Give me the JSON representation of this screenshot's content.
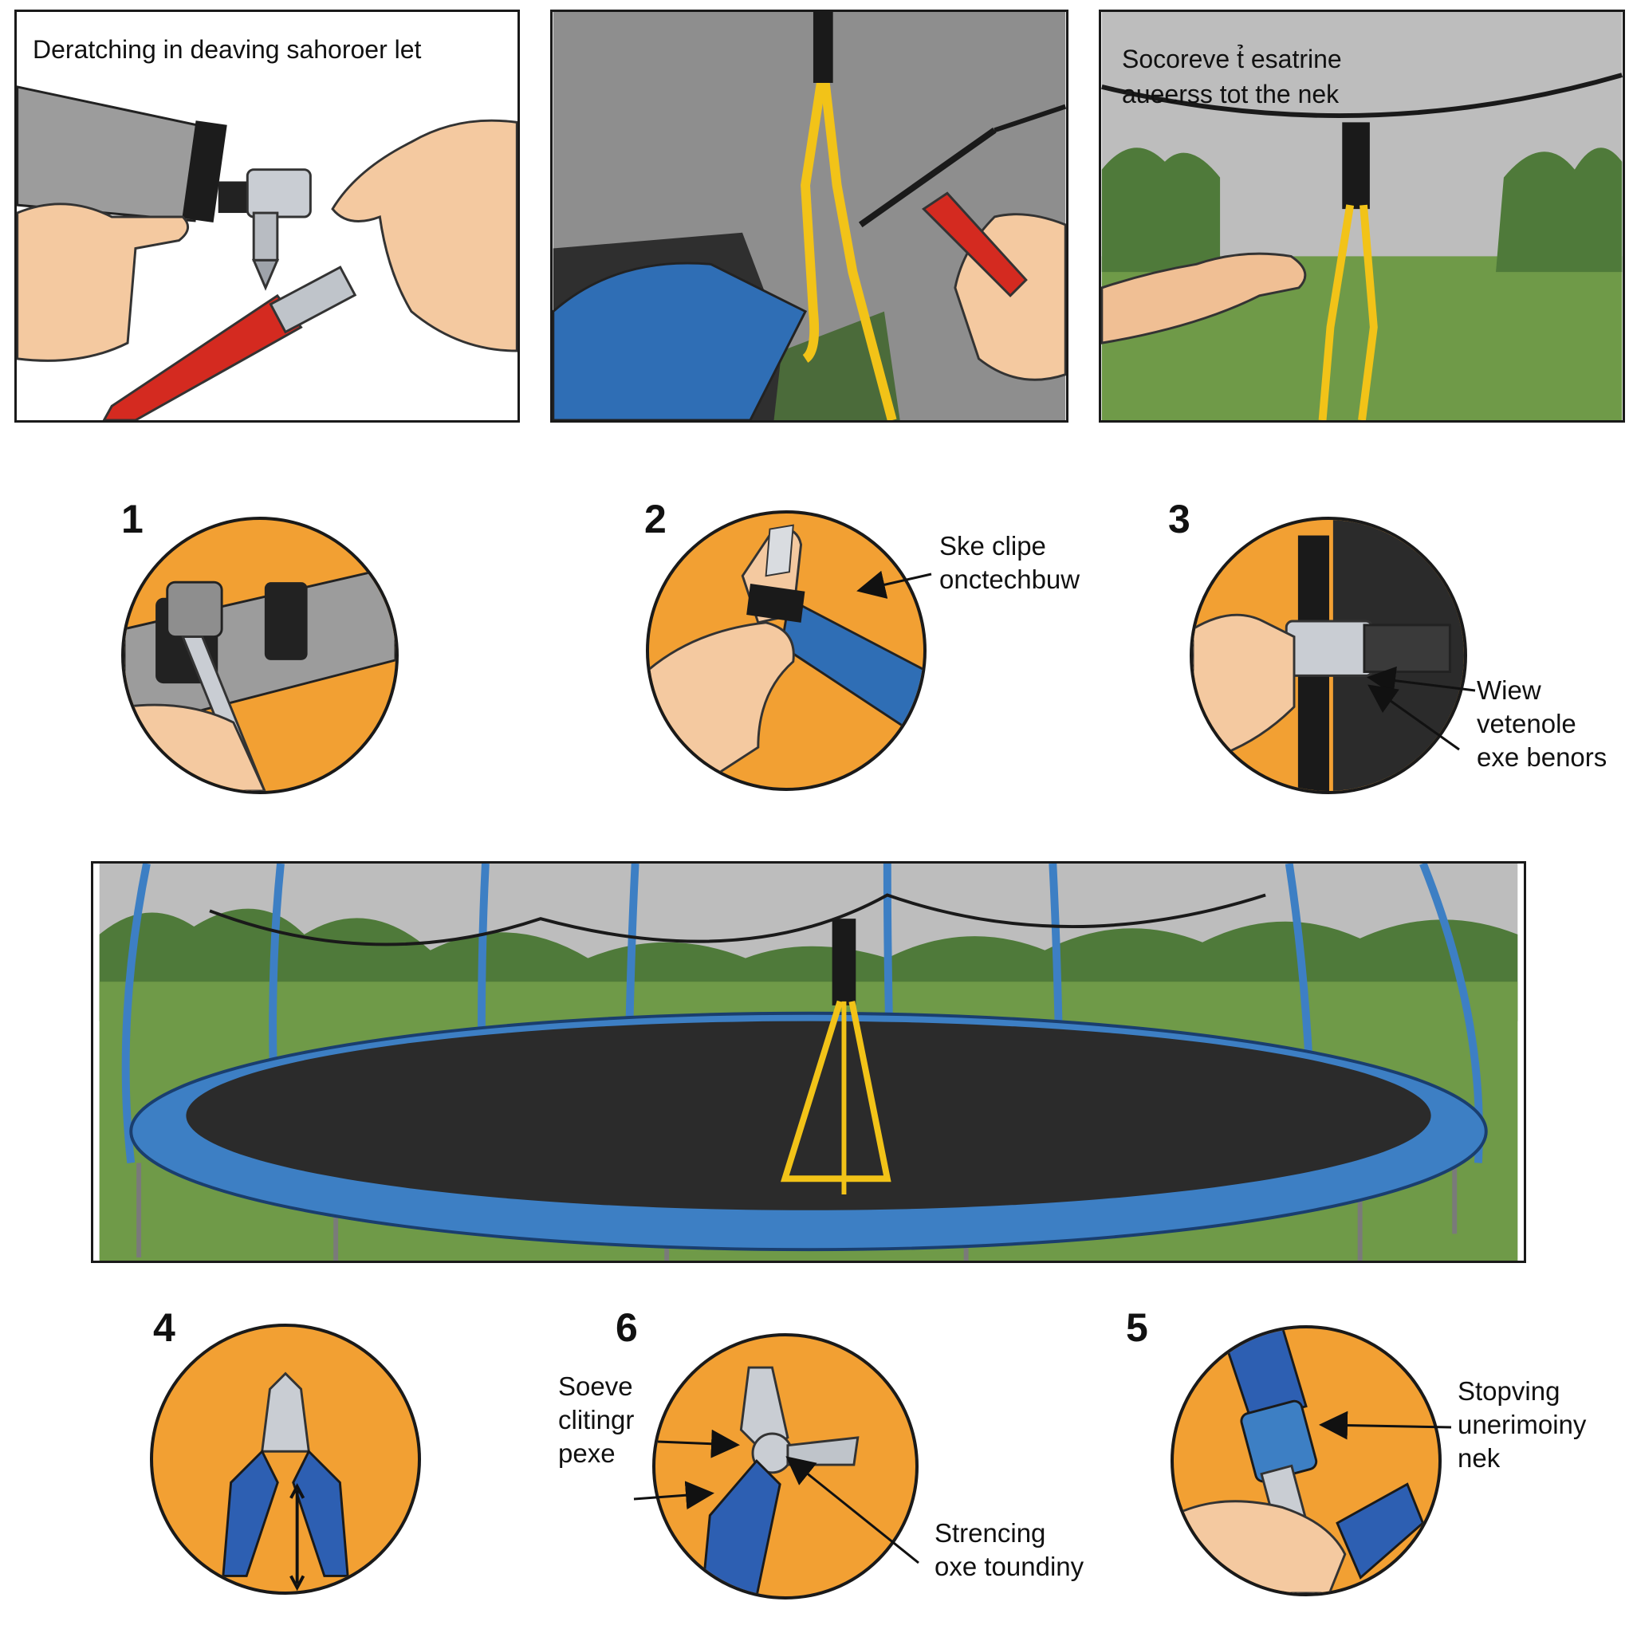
{
  "panels": {
    "p1": {
      "caption": "Deratching in deaving sahoroer let"
    },
    "p3": {
      "caption_lines": [
        "Socoreve t̉ esatrine",
        "aueerss tot the nek"
      ]
    }
  },
  "steps": [
    {
      "num": "1"
    },
    {
      "num": "2",
      "callout": [
        "Ske clipe",
        "onctechbuw"
      ]
    },
    {
      "num": "3",
      "callout": [
        "Wiew",
        "vetenole",
        "exe benors"
      ]
    },
    {
      "num": "4"
    },
    {
      "num": "6",
      "callout_left": [
        "Soeve",
        "clitingr",
        "pexe"
      ],
      "callout_right": [
        "Strencing",
        "oxe toundiny"
      ]
    },
    {
      "num": "5",
      "callout": [
        "Stopving",
        "unerimoiny",
        "nek"
      ]
    }
  ],
  "colors": {
    "orange": "#f2a033",
    "blue": "#3d7fc4",
    "yellow": "#f2c318",
    "red": "#d42a20",
    "net": "#9b9b9b",
    "grass": "#6f9a48",
    "mat": "#2b2b2b"
  }
}
